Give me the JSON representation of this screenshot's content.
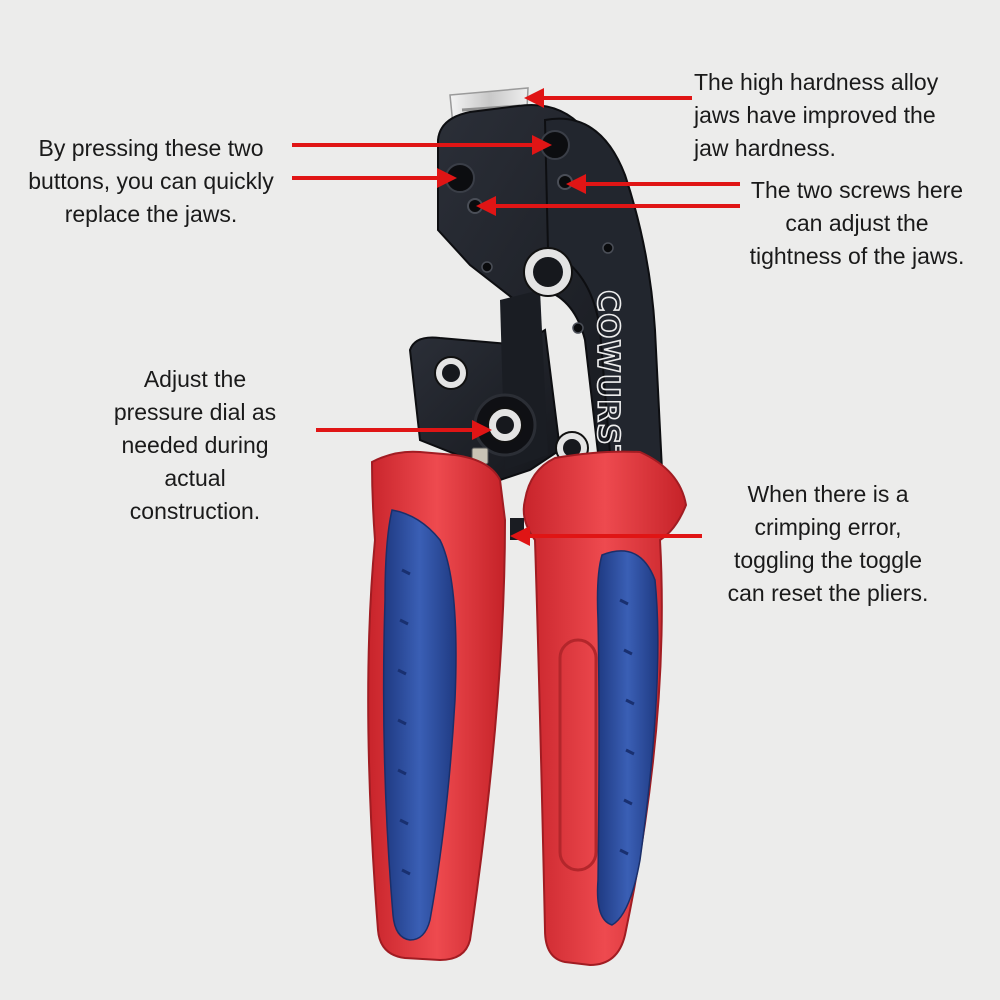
{
  "brand": "COWURST",
  "callouts": {
    "jaws": {
      "lines": [
        "The high hardness alloy",
        "jaws have improved the",
        "jaw hardness."
      ]
    },
    "buttons": {
      "lines": [
        "By pressing these two",
        "buttons, you can quickly",
        "replace the jaws."
      ]
    },
    "screws": {
      "lines": [
        "The two screws here",
        "can adjust the",
        "tightness of the jaws."
      ]
    },
    "dial": {
      "lines": [
        "Adjust the",
        "pressure dial as",
        "needed during",
        "actual",
        "construction."
      ]
    },
    "toggle": {
      "lines": [
        "When there is a",
        "crimping error,",
        "toggling the toggle",
        "can reset the pliers."
      ]
    }
  },
  "colors": {
    "background": "#ececeb",
    "arrow": "#e01515",
    "body": "#1e2128",
    "grip_red": "#e53a3f",
    "grip_blue": "#2b4a9a",
    "jaw_metal": "#d9d9d9"
  }
}
